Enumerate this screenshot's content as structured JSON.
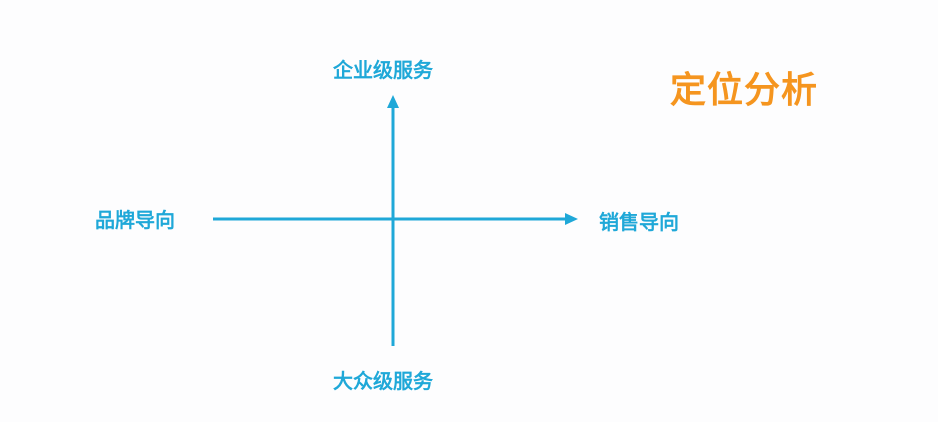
{
  "diagram": {
    "type": "positioning-quadrant",
    "title": "定位分析",
    "axes": {
      "vertical": {
        "top_label": "企业级服务",
        "bottom_label": "大众级服务",
        "arrow_direction": "up"
      },
      "horizontal": {
        "left_label": "品牌导向",
        "right_label": "销售导向",
        "arrow_direction": "right"
      }
    },
    "colors": {
      "axis": "#1fa8d8",
      "axis_label": "#1fa8d8",
      "title": "#f5951f",
      "background": "#fdfdfe"
    }
  }
}
